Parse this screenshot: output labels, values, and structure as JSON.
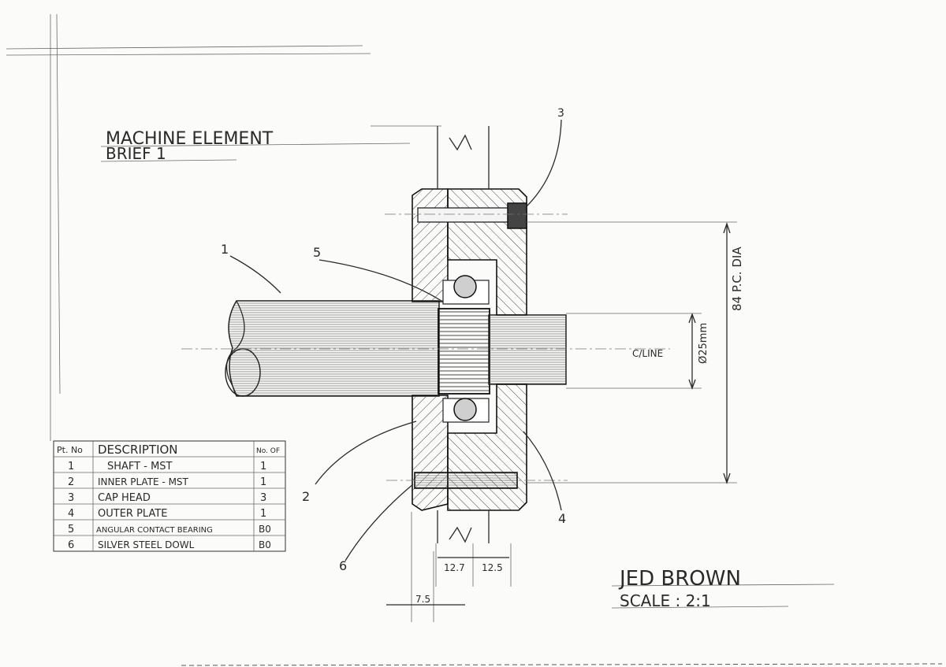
{
  "title": {
    "line1": "MACHINE ELEMENT",
    "line2": "BRIEF 1"
  },
  "callouts": [
    "1",
    "2",
    "3",
    "4",
    "5",
    "6"
  ],
  "dimensions": {
    "pcd": "84 P.C. DIA",
    "shaft_dia": "Ø25mm",
    "centre_line": "C/LINE",
    "d1": "12.7",
    "d2": "12.5",
    "d3": "7.5"
  },
  "parts_table": {
    "headers": [
      "Pt. No",
      "DESCRIPTION",
      "No. OF"
    ],
    "rows": [
      [
        "1",
        "SHAFT - MST",
        "1"
      ],
      [
        "2",
        "INNER PLATE - MST",
        "1"
      ],
      [
        "3",
        "CAP HEAD",
        "3"
      ],
      [
        "4",
        "OUTER PLATE",
        "1"
      ],
      [
        "5",
        "ANGULAR CONTACT BEARING",
        "B0"
      ],
      [
        "6",
        "SILVER STEEL DOWL",
        "B0"
      ]
    ]
  },
  "signature": {
    "name": "JED BROWN",
    "scale": "SCALE : 2:1"
  }
}
